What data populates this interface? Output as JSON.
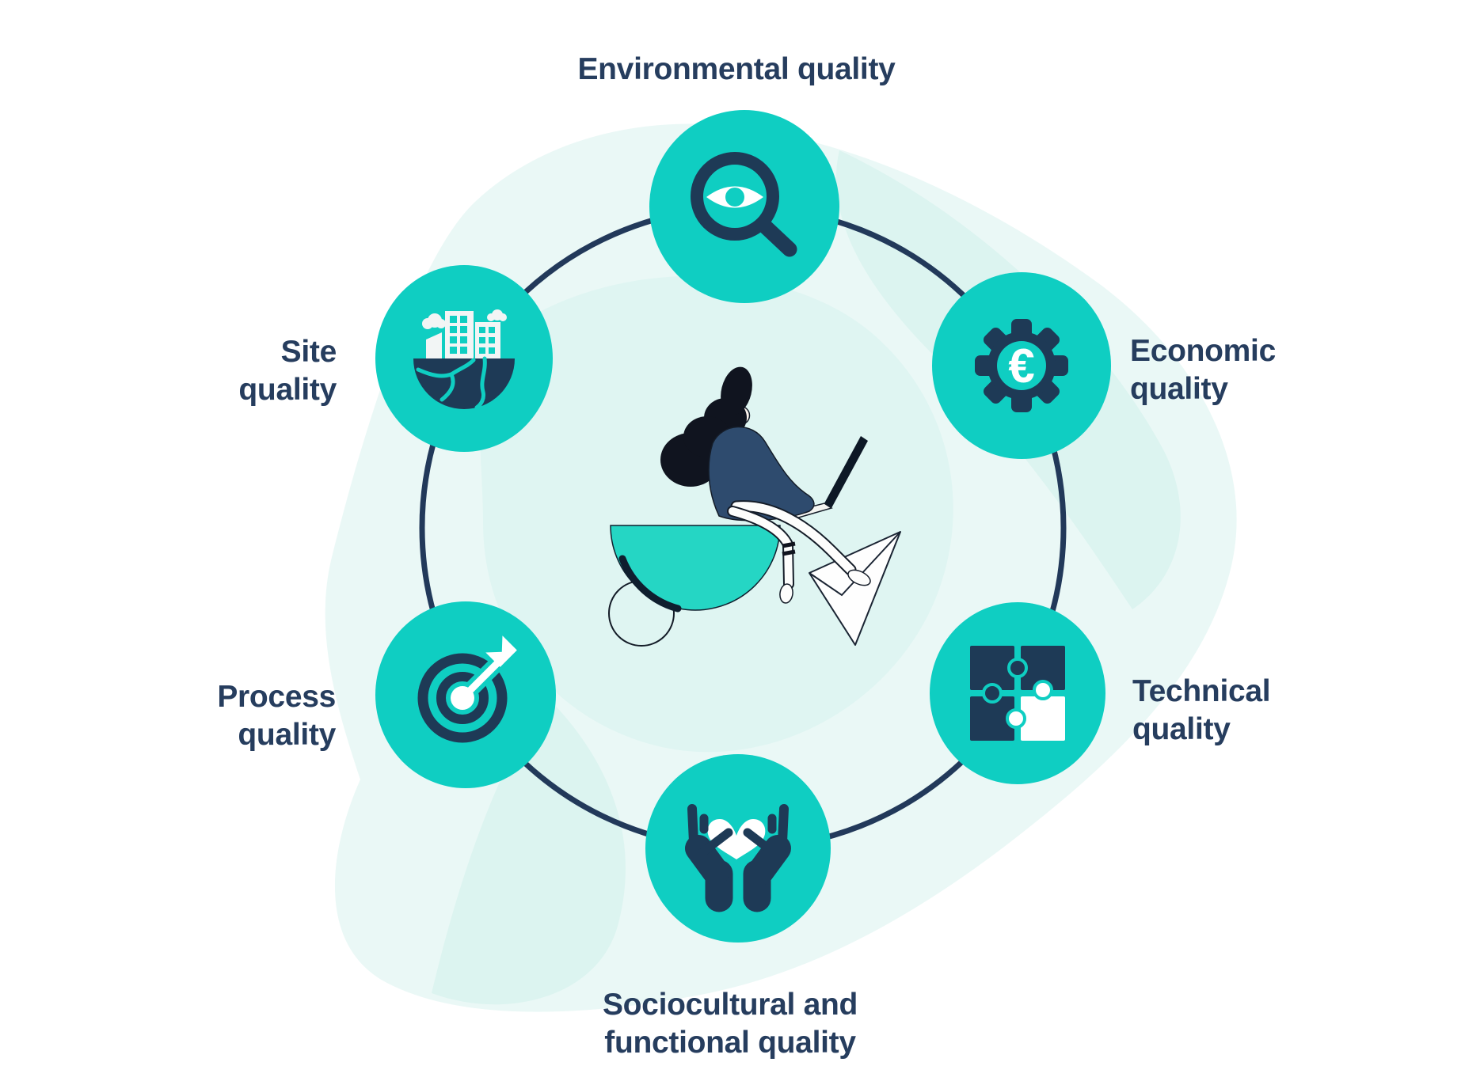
{
  "diagram": {
    "type": "circular-quality-wheel",
    "center_illustration": "woman-sitting-on-half-circle-with-laptop-and-paper-plane",
    "nodes": [
      {
        "id": "environmental",
        "icon": "magnifier-eye-icon",
        "lines": [
          "Environmental quality",
          ""
        ]
      },
      {
        "id": "economic",
        "icon": "gear-euro-icon",
        "lines": [
          "Economic",
          "quality"
        ]
      },
      {
        "id": "technical",
        "icon": "puzzle-icon",
        "lines": [
          "Technical",
          "quality"
        ]
      },
      {
        "id": "sociocultural",
        "icon": "hands-heart-icon",
        "lines": [
          "Sociocultural and",
          "functional quality"
        ]
      },
      {
        "id": "process",
        "icon": "target-arrow-icon",
        "lines": [
          "Process",
          "quality"
        ]
      },
      {
        "id": "site",
        "icon": "buildings-globe-icon",
        "lines": [
          "Site",
          "quality"
        ]
      }
    ],
    "glyphs": {
      "euro": "€"
    },
    "colors": {
      "node_teal": "#0FCEC2",
      "icon_navy": "#1E3A56",
      "ring_navy": "#22395A",
      "label_navy": "#263D5E",
      "half_circle_teal": "#25D6C4",
      "blob_light": "#EAF8F6",
      "blob_mid": "#DCF4F0",
      "white": "#FFFFFF"
    }
  }
}
